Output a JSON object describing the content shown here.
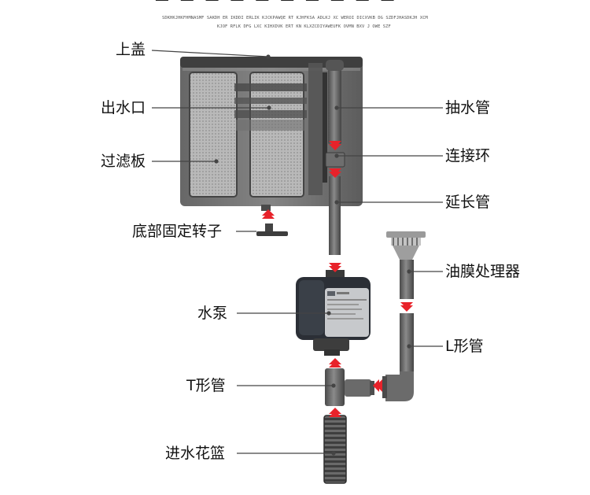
{
  "labels": {
    "top_cover": "上盖",
    "water_outlet": "出水口",
    "filter_plate": "过滤板",
    "bottom_rotor": "底部固定转子",
    "suction_pipe": "抽水管",
    "connecting_ring": "连接环",
    "extension_pipe": "延长管",
    "oil_film_processor": "油膜处理器",
    "water_pump": "水泵",
    "l_pipe": "L形管",
    "t_pipe": "T形管",
    "intake_strainer": "进水花篮"
  },
  "caption_lines": [
    "SDKHKJHKFHMNASMF SAKDH ER IKDDI ERLIK KJCKPAWQE RT KJHFKSA ADLKJ XC WEROI DICXVKB DG SZDFJHASDKJH XCM",
    "KJOF RFLK DFG LXC KIHXDVK ERT KN KLXZCDIYAWEUFK OVMN BXV J OWE SZF"
  ],
  "colors": {
    "arrow": "#e8222a",
    "leader_line": "#444444",
    "tank": "#6b6b6b",
    "pipe": "#5e5e5e",
    "filter_media": "#bdbdbd"
  }
}
